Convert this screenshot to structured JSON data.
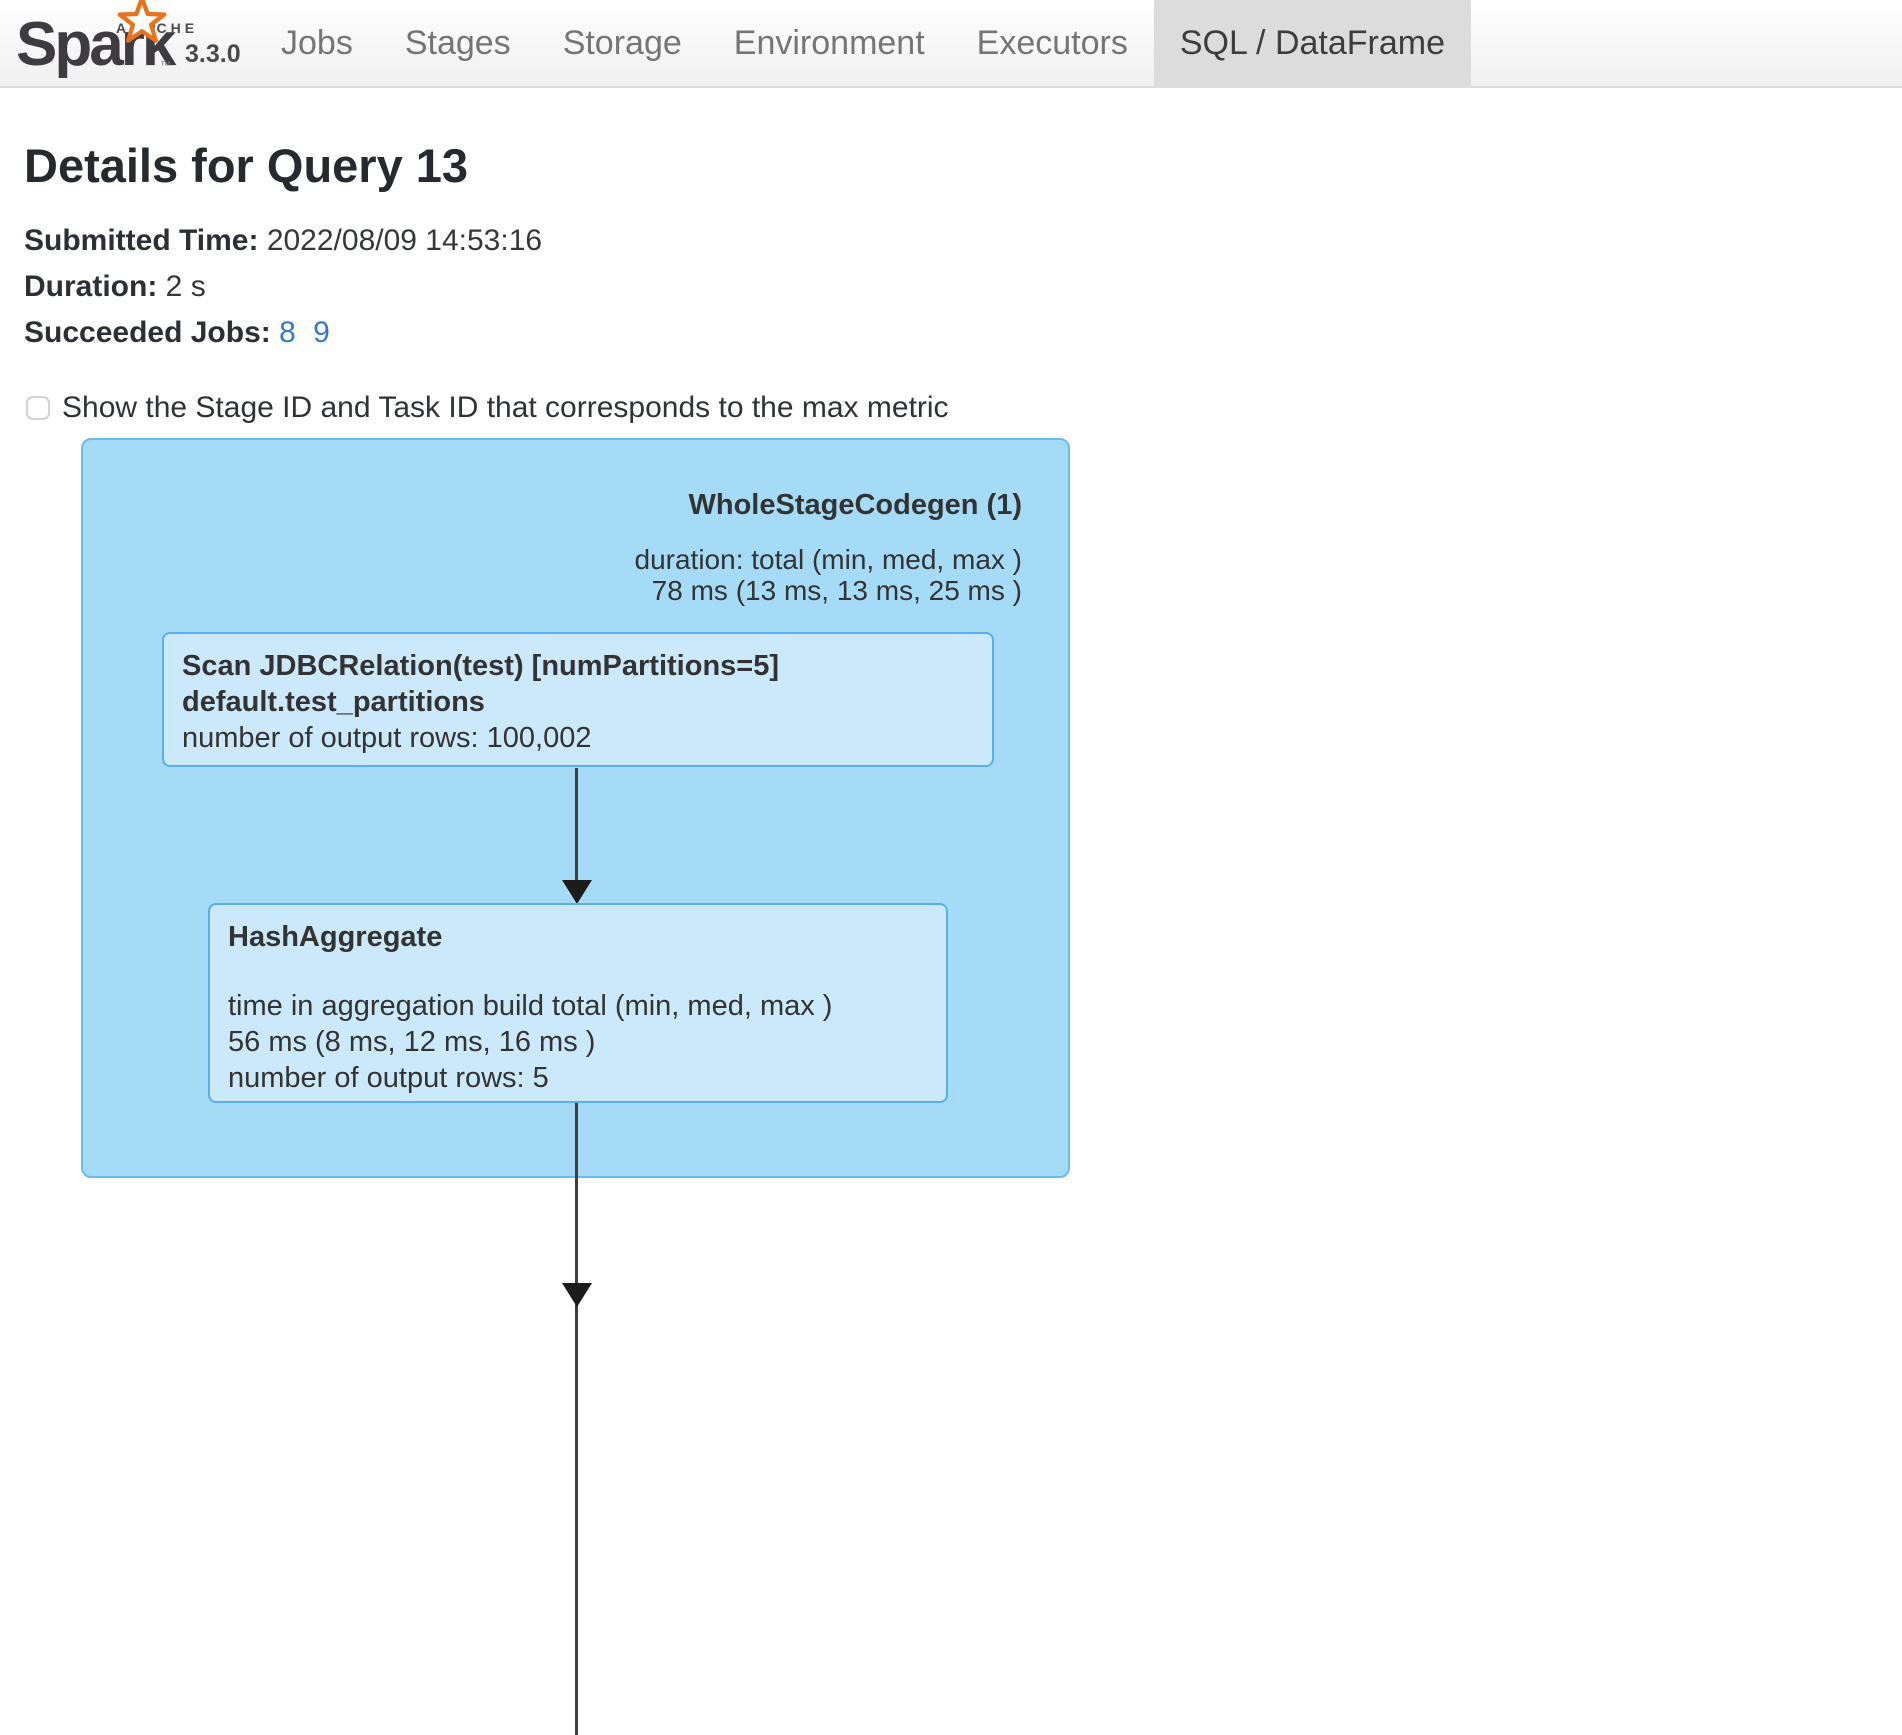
{
  "brand": {
    "apache": "APACHE",
    "name": "Spark",
    "tm": "™",
    "version": "3.3.0"
  },
  "nav": {
    "items": [
      "Jobs",
      "Stages",
      "Storage",
      "Environment",
      "Executors",
      "SQL / DataFrame"
    ],
    "active": "SQL / DataFrame"
  },
  "page": {
    "title": "Details for Query 13"
  },
  "meta": {
    "submitted": {
      "label": "Submitted Time:",
      "value": "2022/08/09 14:53:16"
    },
    "duration": {
      "label": "Duration:",
      "value": "2 s"
    },
    "jobs": {
      "label": "Succeeded Jobs:",
      "links": [
        "8",
        "9"
      ]
    }
  },
  "options": {
    "max_metric_checkbox": {
      "label": "Show the Stage ID and Task ID that corresponds to the max metric",
      "checked": false
    }
  },
  "plan": {
    "cluster": {
      "title": "WholeStageCodegen (1)",
      "metrics": [
        "duration: total (min, med, max )",
        "78 ms (13 ms, 13 ms, 25 ms )"
      ]
    },
    "nodes": [
      {
        "title": "Scan JDBCRelation(test) [numPartitions=5] default.test_partitions",
        "metrics": [
          "number of output rows: 100,002"
        ]
      },
      {
        "title": "HashAggregate",
        "metrics": [
          "time in aggregation build total (min, med, max )",
          "56 ms (8 ms, 12 ms, 16 ms )",
          "number of output rows: 5"
        ]
      }
    ]
  },
  "colors": {
    "accent_link": "#3578c8",
    "active_tab_bg": "#dcdcdc",
    "cluster_fill": "#a6dbf8",
    "cluster_stroke": "#6cb9f1",
    "node_fill": "#cce9fb",
    "node_stroke": "#58aeef"
  }
}
